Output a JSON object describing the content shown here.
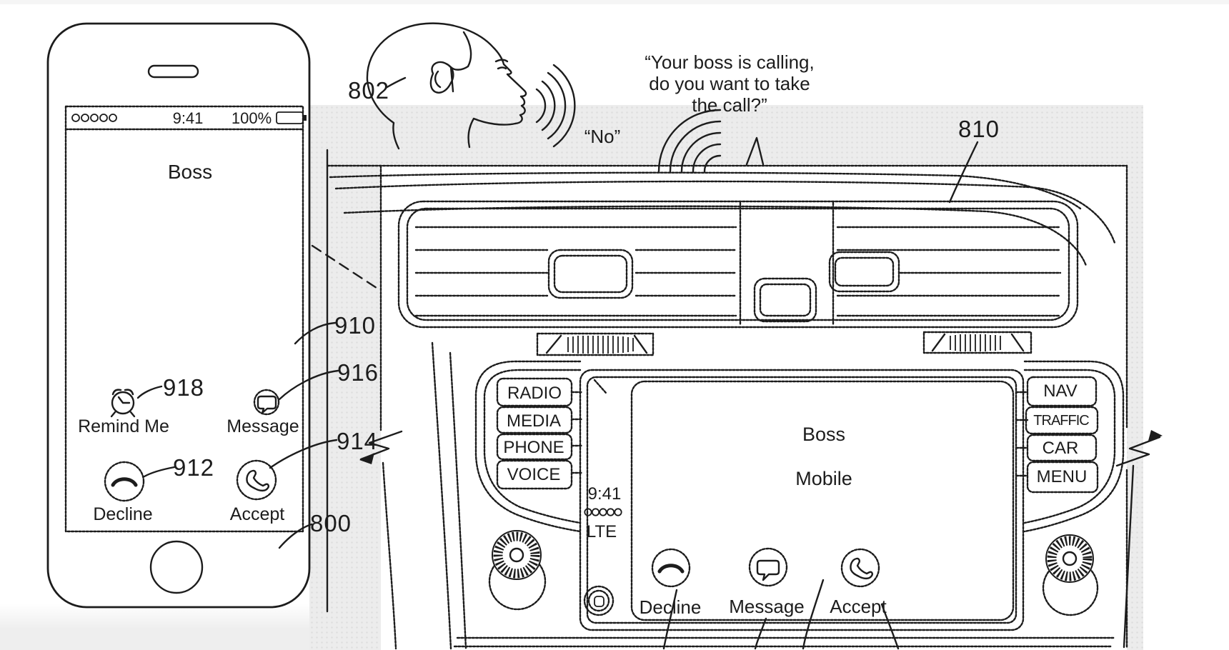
{
  "reference_labels": {
    "speaker_person": "802",
    "phone_device": "800",
    "dashboard": "810",
    "call_ui": "910",
    "decline_button": "912",
    "accept_button": "914",
    "message_button": "916",
    "remind_button": "918"
  },
  "speech": {
    "assistant_prompt_line1": "“Your boss is calling,",
    "assistant_prompt_line2": "do you want to take",
    "assistant_prompt_line3": "the call?”",
    "user_response": "“No”"
  },
  "phone": {
    "status_bar": {
      "time": "9:41",
      "battery": "100%"
    },
    "caller_name": "Boss",
    "buttons": {
      "remind": "Remind Me",
      "message": "Message",
      "decline": "Decline",
      "accept": "Accept"
    }
  },
  "car_display": {
    "left_panel_buttons": [
      "RADIO",
      "MEDIA",
      "PHONE",
      "VOICE"
    ],
    "right_panel_buttons": [
      "NAV",
      "TRAFFIC",
      "CAR",
      "MENU"
    ],
    "status_sidebar": {
      "time": "9:41",
      "network": "LTE"
    },
    "caller_name": "Boss",
    "caller_type": "Mobile",
    "buttons": {
      "decline": "Decline",
      "message": "Message",
      "accept": "Accept"
    }
  },
  "icons": {
    "phone": [
      "signal-dots-icon",
      "battery-icon",
      "alarm-clock-icon",
      "message-bubble-icon",
      "decline-handset-icon",
      "accept-handset-icon",
      "home-button"
    ],
    "car": [
      "signal-dots-icon",
      "home-button",
      "decline-handset-icon",
      "message-bubble-icon",
      "accept-handset-icon"
    ],
    "scene": [
      "person-head-figure",
      "speech-waves-icon",
      "air-vent",
      "rotary-knob",
      "thumbwheel",
      "hazard-button"
    ]
  },
  "colors": {
    "line": "#1c1c1c",
    "background": "#ffffff",
    "halftone_bg": "#ececec",
    "halftone_dot": "#dcdcdc"
  }
}
